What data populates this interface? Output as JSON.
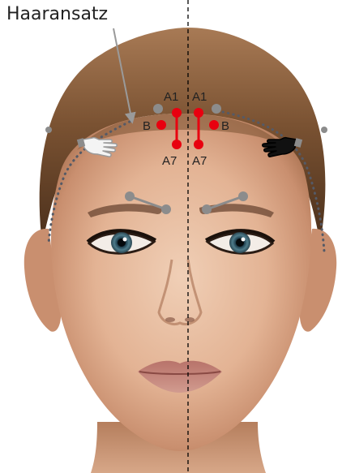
{
  "labels": {
    "hairline": "Haaransatz",
    "a1_left": "A1",
    "a1_right": "A1",
    "b_left": "B",
    "b_right": "B",
    "a7_left": "A7",
    "a7_right": "A7"
  },
  "colors": {
    "primary_points": "#e8000f",
    "secondary_points": "#8c8c8c",
    "label_text": "#222222",
    "midline": "#000000",
    "pointer_arrow": "#9a9a9a"
  },
  "icons": {
    "left_hand": "white-hand-icon",
    "right_hand": "black-hand-icon"
  }
}
